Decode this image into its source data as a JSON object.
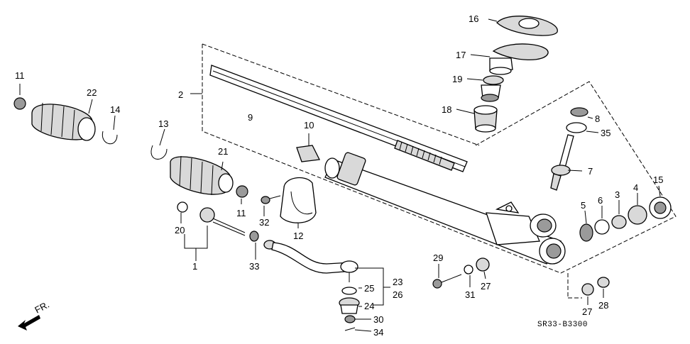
{
  "diagram": {
    "code": "SR33-B3300",
    "direction_label": "FR.",
    "callouts": {
      "c1": "1",
      "c2": "2",
      "c3": "3",
      "c4": "4",
      "c5": "5",
      "c6": "6",
      "c7": "7",
      "c8": "8",
      "c9": "9",
      "c10": "10",
      "c11a": "11",
      "c11b": "11",
      "c12": "12",
      "c13": "13",
      "c14": "14",
      "c15": "15",
      "c16": "16",
      "c17": "17",
      "c18": "18",
      "c19": "19",
      "c20": "20",
      "c21": "21",
      "c22": "22",
      "c23": "23",
      "c24": "24",
      "c25": "25",
      "c26": "26",
      "c27a": "27",
      "c27b": "27",
      "c28": "28",
      "c29": "29",
      "c30": "30",
      "c31": "31",
      "c32": "32",
      "c33": "33",
      "c34": "34",
      "c35": "35"
    }
  }
}
